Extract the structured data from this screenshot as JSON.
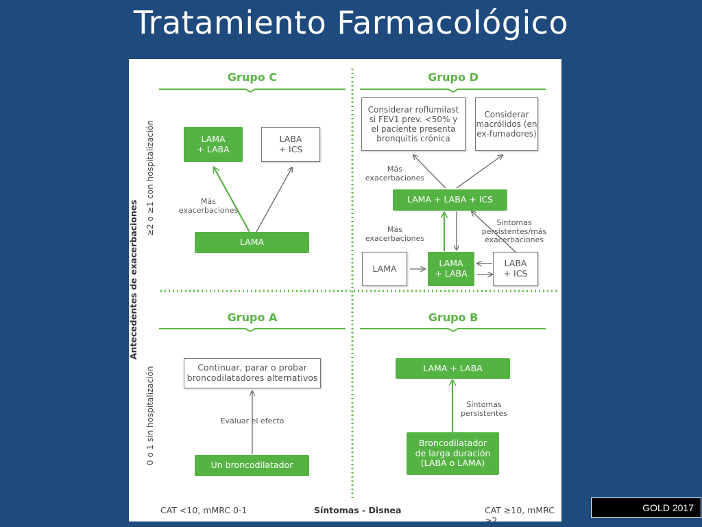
{
  "slide": {
    "title": "Tratamiento Farmacológico",
    "badge": "GOLD 2017"
  },
  "axes": {
    "y_main": "Antecedentes de exacerbaciones",
    "y_top": "≥2 o ≥1 con hospitalización",
    "y_bottom": "0 o 1 sin hospitalización",
    "x_main": "Síntomas - Disnea",
    "x_left": "CAT <10, mMRC 0-1",
    "x_right": "CAT ≥10, mMRC ≥2"
  },
  "groups": {
    "c": {
      "title": "Grupo C",
      "lama_laba": "LAMA\n+ LABA",
      "laba_ics": "LABA\n+ ICS",
      "lama": "LAMA",
      "note": "Más\nexacerbaciones"
    },
    "d": {
      "title": "Grupo D",
      "roflumilast": "Considerar roflumilast\nsi FEV1 prev. <50% y\nel paciente presenta\nbronquitis crónica",
      "macrolidos": "Considerar\nmacrólidos (en\nex-fumadores)",
      "triple": "LAMA + LABA + ICS",
      "lama": "LAMA",
      "lama_laba": "LAMA\n+ LABA",
      "laba_ics": "LABA\n+ ICS",
      "note_top": "Más\nexacerbaciones",
      "note_left": "Más\nexacerbaciones",
      "note_right": "Síntomas\npersistentes/más\nexacerbaciones"
    },
    "a": {
      "title": "Grupo A",
      "continue": "Continuar, parar o probar\nbroncodilatadores alternativos",
      "note": "Evaluar el efecto",
      "single": "Un broncodilatador"
    },
    "b": {
      "title": "Grupo B",
      "lama_laba": "LAMA + LABA",
      "note": "Síntomas\npersistentes",
      "long": "Broncodilatador\nde larga duración\n(LABA o LAMA)"
    }
  },
  "colors": {
    "background": "#1f4a7d",
    "green": "#55b344",
    "divider": "#5bb543"
  }
}
